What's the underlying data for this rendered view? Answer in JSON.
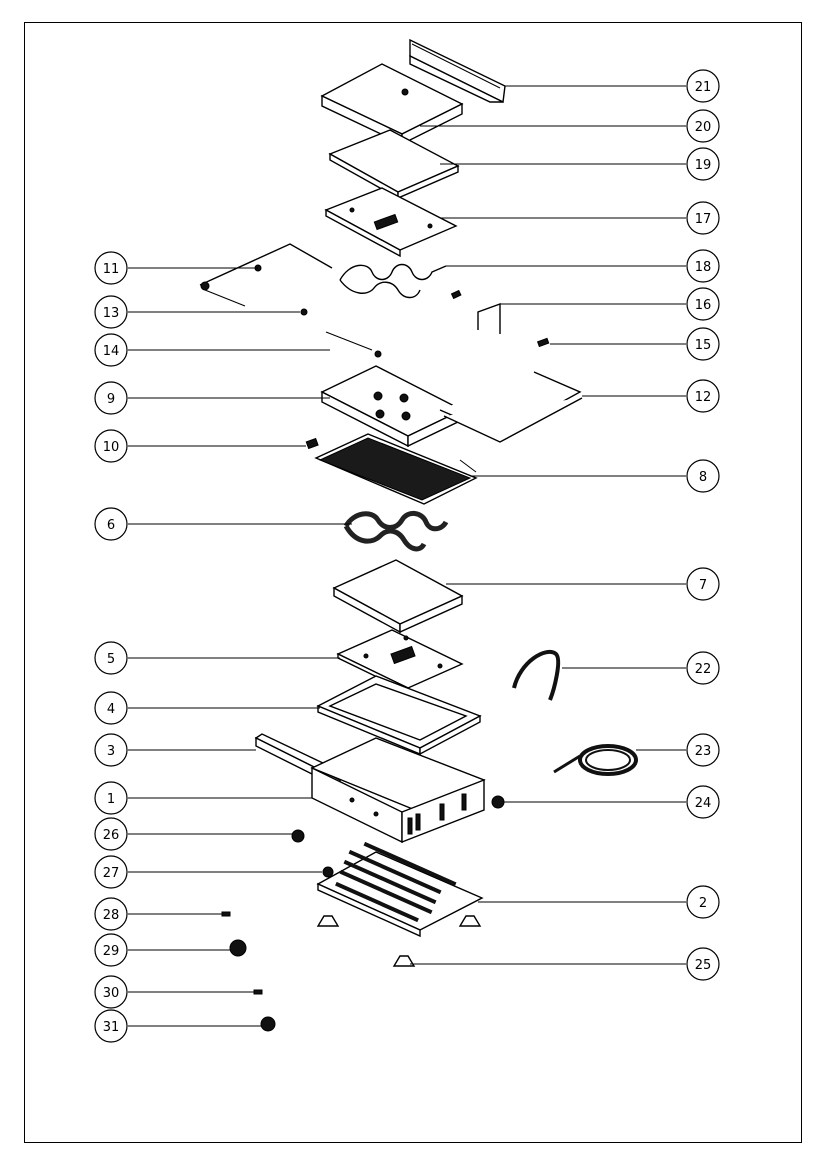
{
  "callouts_left": [
    {
      "label": "11"
    },
    {
      "label": "13"
    },
    {
      "label": "14"
    },
    {
      "label": "9"
    },
    {
      "label": "10"
    },
    {
      "label": "6"
    },
    {
      "label": "5"
    },
    {
      "label": "4"
    },
    {
      "label": "3"
    },
    {
      "label": "1"
    },
    {
      "label": "26"
    },
    {
      "label": "27"
    },
    {
      "label": "28"
    },
    {
      "label": "29"
    },
    {
      "label": "30"
    },
    {
      "label": "31"
    }
  ],
  "callouts_right": [
    {
      "label": "21"
    },
    {
      "label": "20"
    },
    {
      "label": "19"
    },
    {
      "label": "17"
    },
    {
      "label": "18"
    },
    {
      "label": "16"
    },
    {
      "label": "15"
    },
    {
      "label": "12"
    },
    {
      "label": "8"
    },
    {
      "label": "7"
    },
    {
      "label": "22"
    },
    {
      "label": "23"
    },
    {
      "label": "24"
    },
    {
      "label": "2"
    },
    {
      "label": "25"
    }
  ],
  "colors": {
    "line": "#000000",
    "background": "#ffffff",
    "fill_dark": "#111111"
  }
}
